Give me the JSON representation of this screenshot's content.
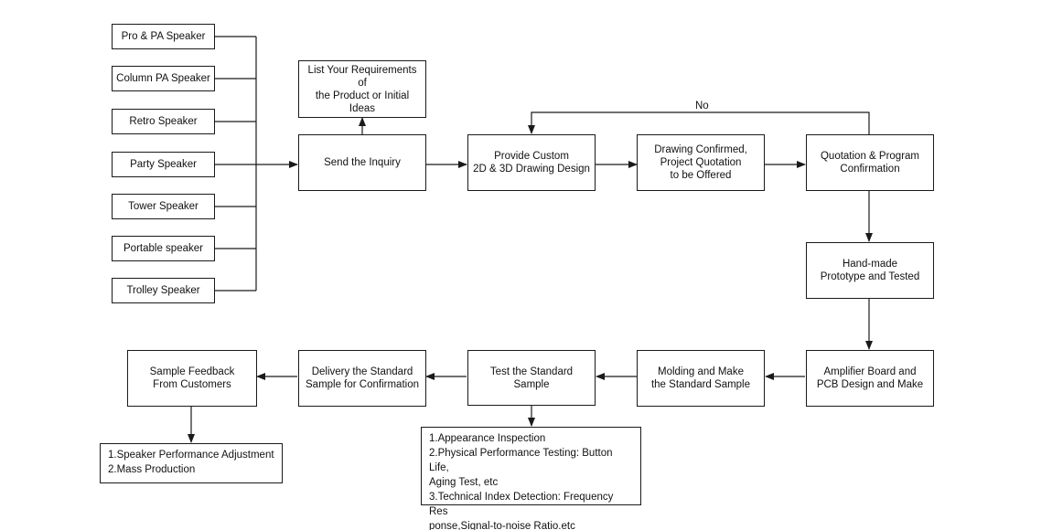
{
  "diagram": {
    "nodes": {
      "pro_pa": "Pro & PA Speaker",
      "column_pa": "Column PA Speaker",
      "retro": "Retro Speaker",
      "party": "Party Speaker",
      "tower": "Tower Speaker",
      "portable": "Portable speaker",
      "trolley": "Trolley Speaker",
      "requirements": "List Your Requirements of\nthe Product or Initial Ideas",
      "inquiry": "Send the Inquiry",
      "drawing_design": "Provide Custom\n2D & 3D Drawing Design",
      "drawing_confirmed": "Drawing Confirmed,\nProject Quotation\nto be Offered",
      "quotation": "Quotation & Program\nConfirmation",
      "prototype": "Hand-made\nPrototype and Tested",
      "amplifier": "Amplifier Board and\nPCB Design and Make",
      "molding": "Molding and Make\nthe Standard Sample",
      "test_sample": "Test the Standard Sample",
      "delivery": "Delivery the Standard\nSample for Confirmation",
      "feedback": "Sample Feedback\nFrom Customers",
      "feedback_list": "1.Speaker Performance Adjustment\n2.Mass Production",
      "test_list": "1.Appearance Inspection\n2.Physical Performance Testing: Button Life,\nAging Test, etc\n3.Technical Index Detection: Frequency Res\nponse,Signal-to-noise Ratio.etc"
    },
    "edge_labels": {
      "no": "No"
    },
    "colors": {
      "line": "#1a1a1a",
      "text": "#111111",
      "background": "#ffffff"
    }
  }
}
